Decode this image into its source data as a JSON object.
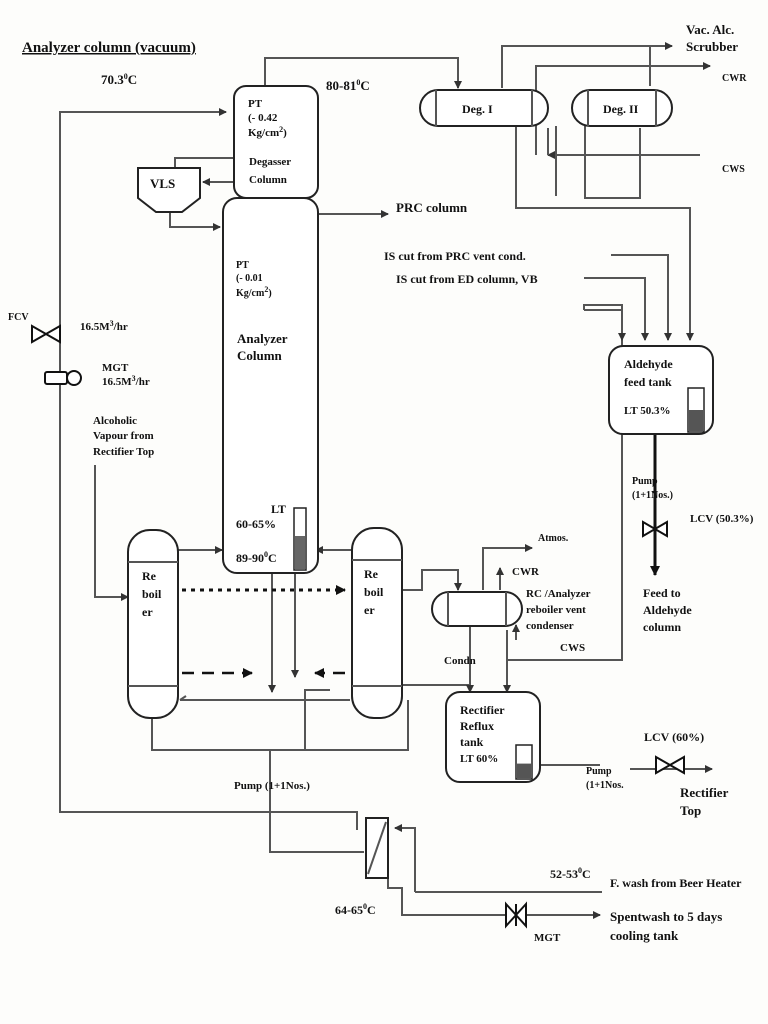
{
  "title": "Analyzer  column (vacuum)",
  "temperatures": {
    "top_left": "70.3",
    "top_mid": "80-81",
    "column_bottom": "89-90",
    "exchanger_out": "64-65",
    "fwash": "52-53",
    "unit_suffix": "C",
    "unit_degree": "0"
  },
  "degasser": {
    "pt_label": "PT",
    "pt_value": "(- 0.42",
    "pt_unit_base": "Kg/cm",
    "pt_unit_sup": "2",
    "pt_close": ")",
    "name_line1": "Degasser",
    "name_line2": "Column"
  },
  "vls": "VLS",
  "analyzer": {
    "pt_label": "PT",
    "pt_value": "(- 0.01",
    "pt_unit_base": "Kg/cm",
    "pt_unit_sup": "2",
    "pt_close": ")",
    "name_line1": "Analyzer",
    "name_line2": "Column",
    "lt_label": "LT",
    "lt_value": "60-65%",
    "level_fraction": 0.55
  },
  "prc_column": "PRC column",
  "deg1": "Deg. I",
  "deg2": "Deg. II",
  "vac_scrubber_line1": "Vac.  Alc.",
  "vac_scrubber_line2": "Scrubber",
  "cwr_top": "CWR",
  "cws_top": "CWS",
  "is_cut_prc": "IS cut from PRC vent  cond.",
  "is_cut_ed": "IS cut from ED column, VB",
  "aldehyde_tank": {
    "name_line1": "Aldehyde",
    "name_line2": "feed tank",
    "lt": "LT 50.3%",
    "level_fraction": 0.5
  },
  "pump_aldehyde_line1": "Pump",
  "pump_aldehyde_line2": "(1+1Nos.)",
  "lcv_aldehyde": "LCV (50.3%)",
  "feed_aldehyde": [
    "Feed to",
    "Aldehyde",
    "column"
  ],
  "fcv": "FCV",
  "flow1_base": "16.5M",
  "flow_sup": "3",
  "flow1_suffix": "/hr",
  "mgt_left": "MGT",
  "flow2_base": "16.5M",
  "flow2_suffix": "/hr",
  "alcoholic_vapour": [
    "Alcoholic",
    "Vapour from",
    "Rectifier Top"
  ],
  "reboiler_label": [
    "Re",
    "boil",
    "er"
  ],
  "atmos": "Atmos.",
  "cwr_mid": "CWR",
  "rc_condenser": [
    "RC /Analyzer",
    "reboiler vent",
    "condenser"
  ],
  "cws_mid": "CWS",
  "condn": "Condn",
  "rectifier_tank": {
    "name": [
      "Rectifier",
      "Reflux",
      "tank"
    ],
    "lt": "LT 60%",
    "level_fraction": 0.45
  },
  "lcv_rectifier": "LCV (60%)",
  "pump_rectifier_line1": "Pump",
  "pump_rectifier_line2": "(1+1Nos.",
  "rectifier_top": [
    "Rectifier",
    "Top"
  ],
  "pump_bottom": "Pump (1+1Nos.)",
  "fwash_text": "F. wash from Beer Heater",
  "spentwash": [
    "Spentwash to 5 days",
    "cooling tank"
  ],
  "mgt_bottom": "MGT"
}
